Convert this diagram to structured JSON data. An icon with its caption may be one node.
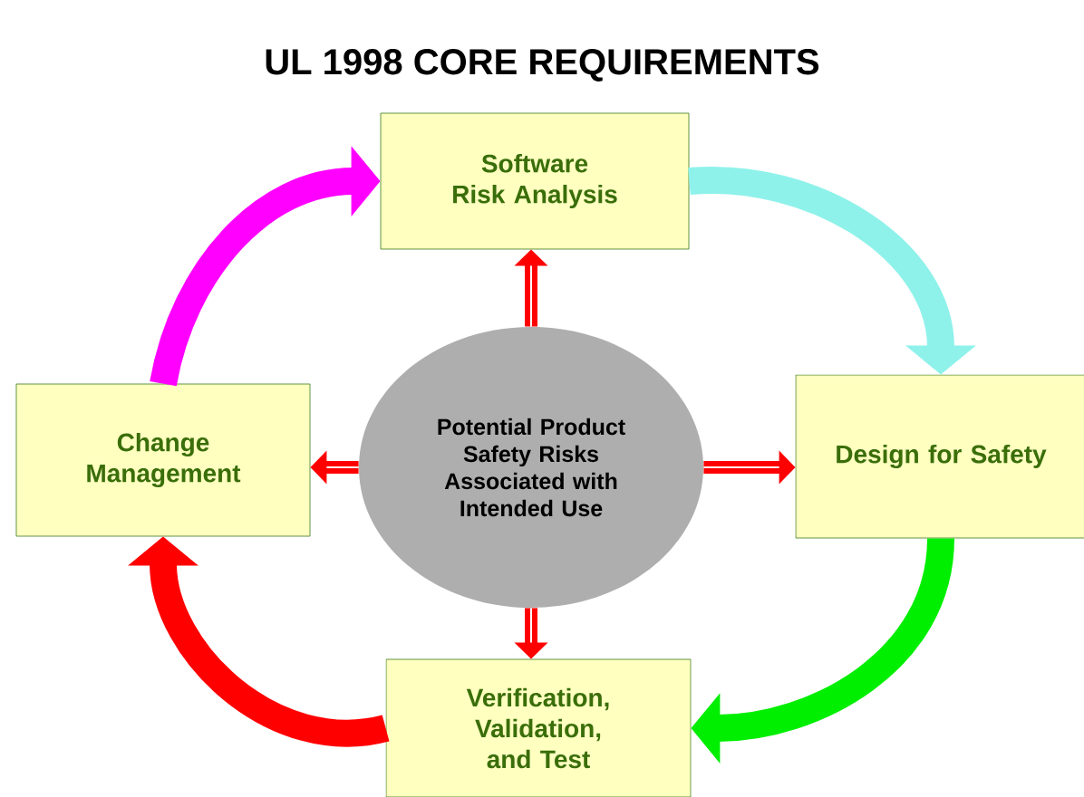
{
  "diagram": {
    "title": "UL 1998 CORE REQUIREMENTS",
    "nodes": [
      {
        "text": [
          "Software Risk Analysis"
        ]
      },
      {
        "text": [
          "Potential Product Safety Risks Associated with Intended Use"
        ]
      },
      {
        "text": [
          "Design for Safety"
        ]
      },
      {
        "text": [
          "Change Management"
        ]
      },
      {
        "text": [
          "Verification, Validation, and Test"
        ]
      }
    ],
    "edges": [
      {
        "from": 1,
        "to": 0,
        "arrow": "to"
      },
      {
        "from": 1,
        "to": 2,
        "arrow": "to"
      },
      {
        "from": 1,
        "to": 3,
        "arrow": "to"
      },
      {
        "from": 1,
        "to": 4,
        "arrow": "to"
      },
      {
        "from": 0,
        "to": 2,
        "arrow": "to",
        "style": "thick",
        "color": "#8ef2ea"
      },
      {
        "from": 2,
        "to": 4,
        "arrow": "to",
        "style": "thick",
        "color": "#00ee00"
      },
      {
        "from": 4,
        "to": 3,
        "arrow": "to",
        "style": "thick"
      },
      {
        "from": 3,
        "to": 0,
        "arrow": "to",
        "style": "thick",
        "color": "#ff00ff"
      }
    ]
  }
}
